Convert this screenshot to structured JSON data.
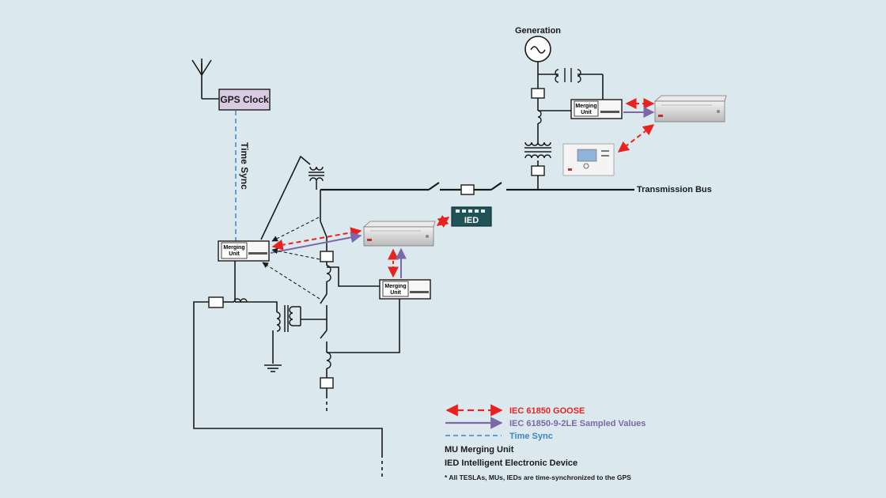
{
  "labels": {
    "gps_clock": "GPS Clock",
    "time_sync": "Time Sync",
    "generation": "Generation",
    "transmission_bus": "Transmission Bus",
    "ied": "IED",
    "mu_line1": "Merging",
    "mu_line2": "Unit"
  },
  "legend": {
    "goose": "IEC 61850 GOOSE",
    "sampled_values": "IEC 61850-9-2LE Sampled Values",
    "time_sync": "Time Sync",
    "mu": "MU Merging Unit",
    "ied": "IED Intelligent Electronic Device",
    "note": "* All TESLAs, MUs, IEDs are time-synchronized to the GPS"
  },
  "colors": {
    "background": "#dbe9ee",
    "goose": "#e8231f",
    "sampled_values": "#7b68a8",
    "time_sync": "#3b86c6",
    "gps_box": "#d9cbe1",
    "ied_box": "#1f5358",
    "wire": "#1a1a1a"
  }
}
